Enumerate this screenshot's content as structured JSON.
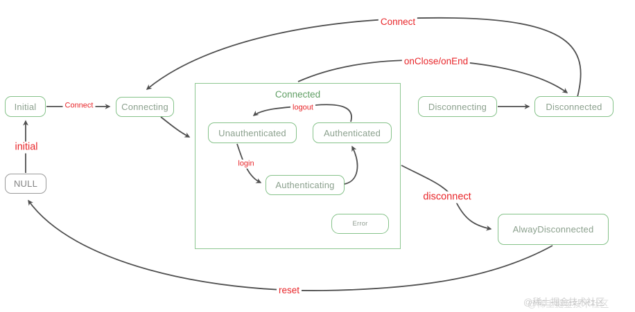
{
  "diagram": {
    "title_container": "Connected",
    "states": {
      "initial": "Initial",
      "connecting": "Connecting",
      "unauthenticated": "Unauthenticated",
      "authenticated": "Authenticated",
      "authenticating": "Authenticating",
      "error": "Error",
      "disconnecting": "Disconnecting",
      "disconnected": "Disconnected",
      "alway_disconnected": "AlwayDisconnected",
      "null_state": "NULL"
    },
    "transitions": {
      "connect_top": "Connect",
      "connect_small": "Connect",
      "on_close_on_end": "onClose/onEnd",
      "initial": "initial",
      "logout": "logout",
      "login": "login",
      "disconnect": "disconnect",
      "reset": "reset"
    },
    "colors": {
      "state_border": "#85c289",
      "state_text": "#8ba08d",
      "container_border": "#8cc690",
      "container_title": "#5f9e63",
      "transition_label": "#e8262a",
      "arrow": "#4f4f4f",
      "null_border": "#9a9a9a",
      "null_text": "#828282"
    },
    "watermark": "@稀土掘金技术社区"
  }
}
